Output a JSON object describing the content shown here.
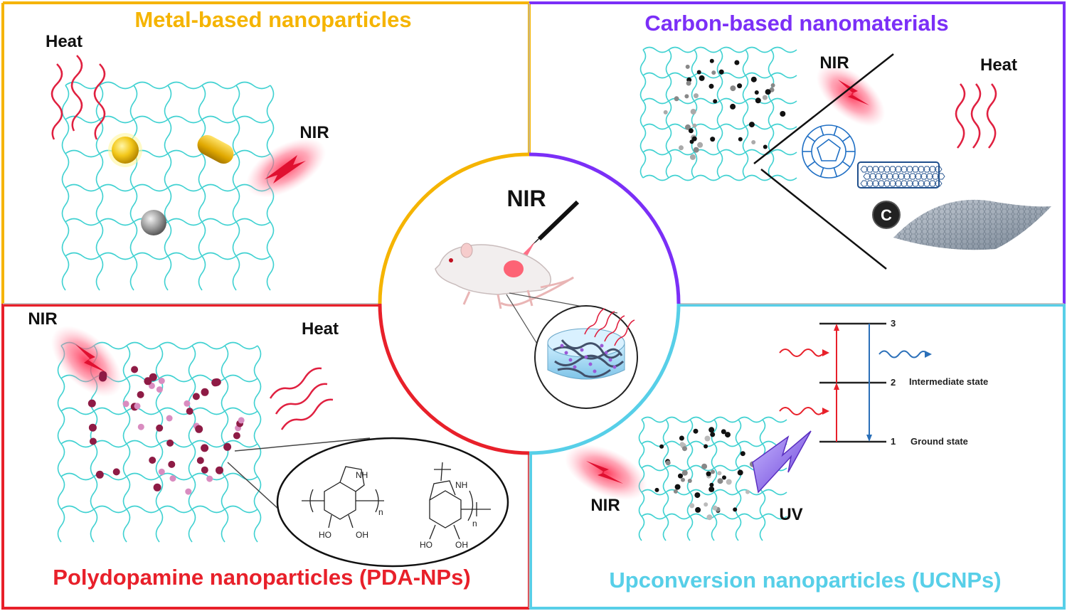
{
  "colors": {
    "metal": "#f5b400",
    "carbon": "#7b2ff7",
    "pda": "#e8202a",
    "ucnp": "#57cfe8",
    "mesh": "#3fd1d1",
    "heat": "#e02040",
    "pda_dark": "#8e1b45",
    "pda_light": "#d98cc0"
  },
  "quadrants": {
    "metal": {
      "title": "Metal-based nanoparticles",
      "heat": "Heat",
      "nir": "NIR"
    },
    "carbon": {
      "title": "Carbon-based nanomaterials",
      "nir": "NIR",
      "heat": "Heat",
      "carbon_symbol": "C"
    },
    "pda": {
      "title": "Polydopamine nanoparticles (PDA-NPs)",
      "nir": "NIR",
      "heat": "Heat",
      "nh_1": "NH",
      "nh_2": "NH",
      "ho_1": "HO",
      "oh_1": "OH",
      "ho_2": "HO",
      "oh_2": "OH",
      "n_1": "n",
      "n_2": "n"
    },
    "ucnp": {
      "title": "Upconversion nanoparticles (UCNPs)",
      "nir": "NIR",
      "uv": "UV",
      "level_3": "3",
      "level_2": "2",
      "level_1": "1",
      "intermediate": "Intermediate state",
      "ground": "Ground state"
    }
  },
  "center": {
    "nir": "NIR"
  }
}
